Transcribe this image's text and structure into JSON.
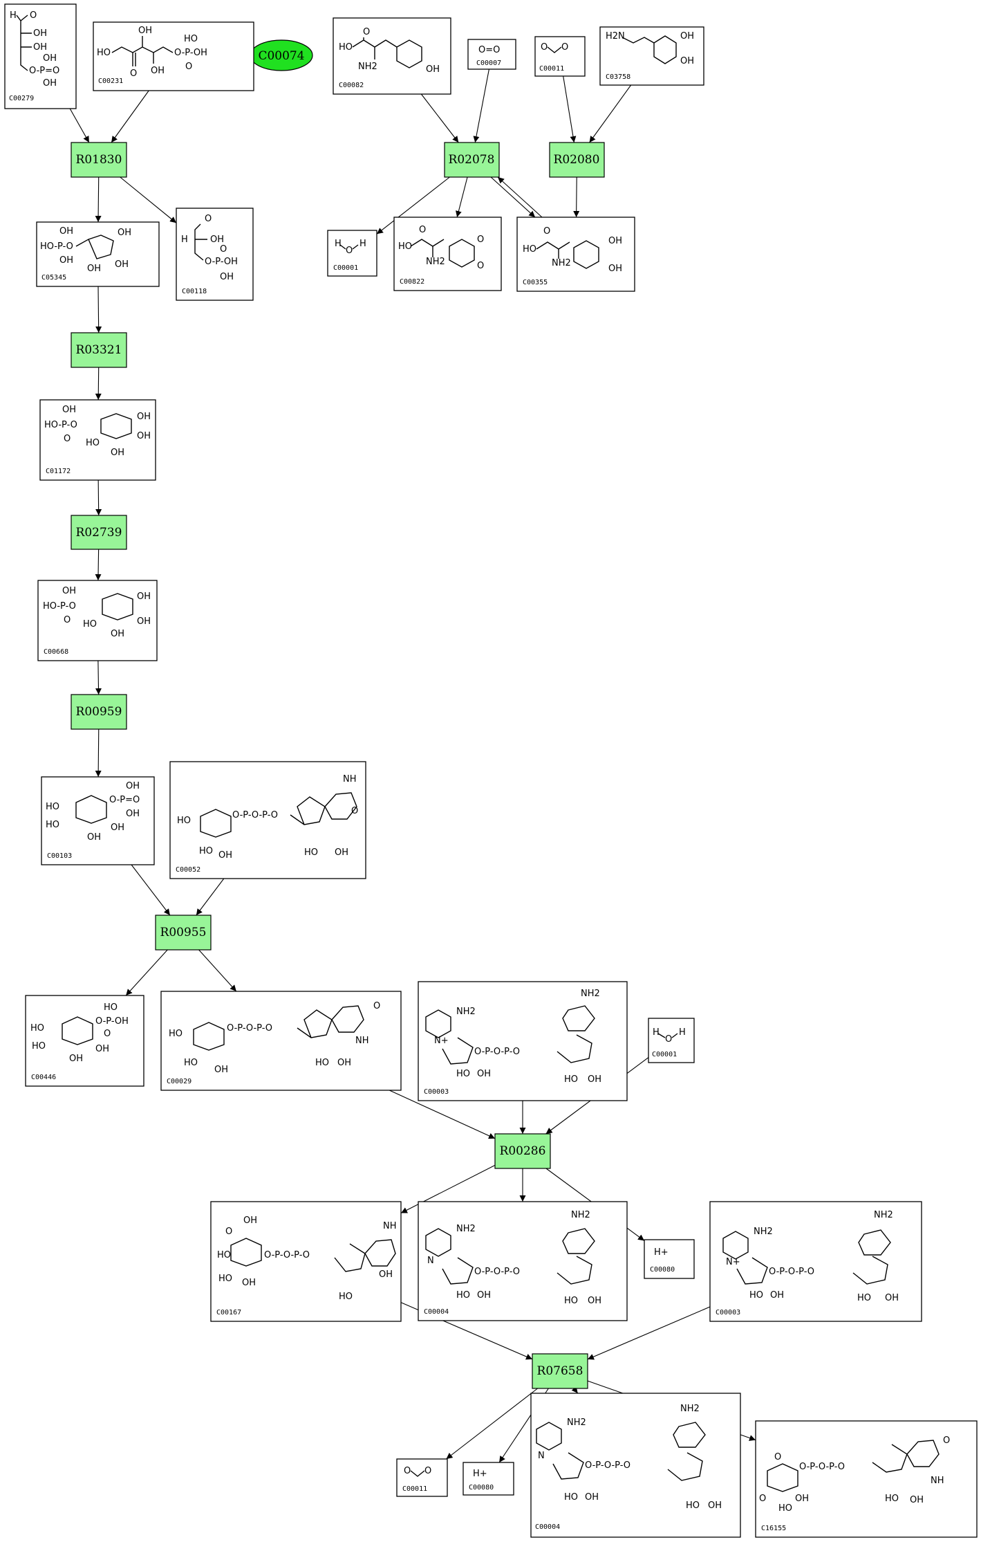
{
  "highlight": {
    "id": "C00074",
    "color": "#20e020"
  },
  "reaction_color": "#98f598",
  "compounds": [
    {
      "id": "c1",
      "label": "C00279",
      "structure": "H  O  OH  OH  O-P(=O)(OH)OH"
    },
    {
      "id": "c2",
      "label": "C00231",
      "structure": "HO  O  OH  OH  O-P(=O)(OH)OH"
    },
    {
      "id": "c3",
      "label": "C00082",
      "structure": "HO  O  NH2  OH"
    },
    {
      "id": "c4",
      "label": "C00007",
      "structure": "O=O"
    },
    {
      "id": "c5",
      "label": "C00011",
      "structure": "O=C=O"
    },
    {
      "id": "c6",
      "label": "C03758",
      "structure": "H2N  OH  OH"
    },
    {
      "id": "c7",
      "label": "C05345",
      "structure": "HO  P  OH  OH  O  OH  OH"
    },
    {
      "id": "c8",
      "label": "C00118",
      "structure": "O  H  OH  O  P  OH  OH"
    },
    {
      "id": "c9",
      "label": "C00001",
      "structure": "H  O  H"
    },
    {
      "id": "c10",
      "label": "C00822",
      "structure": "HO  O  NH2  O  O"
    },
    {
      "id": "c11",
      "label": "C00355",
      "structure": "HO  O  NH2  OH  OH"
    },
    {
      "id": "c12",
      "label": "C01172",
      "structure": "HO  P  O  OH  OH  OH  OH"
    },
    {
      "id": "c13",
      "label": "C00668",
      "structure": "HO  P  O  OH  OH  OH  OH"
    },
    {
      "id": "c14",
      "label": "C00103",
      "structure": "HO  O  P  OH  OH  OH  OH"
    },
    {
      "id": "c15",
      "label": "C00052",
      "structure": "HO  O  P  O  P  O  NH  O  N  OH  OH"
    },
    {
      "id": "c16",
      "label": "C00446",
      "structure": "HO  O  P  OH  OH  OH  OH"
    },
    {
      "id": "c17",
      "label": "C00029",
      "structure": "HO  O  P  O  P  O  NH  O  N  OH  OH"
    },
    {
      "id": "c18",
      "label": "C00003",
      "structure": "NH2  N+  O  P  O  P  O  NH2  N  N  OH  OH"
    },
    {
      "id": "c19",
      "label": "C00001",
      "structure": "H  O  H"
    },
    {
      "id": "c20",
      "label": "C00167",
      "structure": "OH  O  HO  P  O  P  O  NH  O  N  OH  OH"
    },
    {
      "id": "c21",
      "label": "C00004",
      "structure": "NH2  N  O  P  O  P  O  NH2  N  N  OH  OH"
    },
    {
      "id": "c22",
      "label": "C00080",
      "structure": "H+"
    },
    {
      "id": "c23",
      "label": "C00003",
      "structure": "NH2  N+  O  P  O  P  O  NH2  N  N  OH  OH"
    },
    {
      "id": "c24",
      "label": "C00011",
      "structure": "O=C=O"
    },
    {
      "id": "c25",
      "label": "C00080",
      "structure": "H+"
    },
    {
      "id": "c26",
      "label": "C00004",
      "structure": "NH2  N  O  P  O  P  O  NH2  N  N  OH  OH"
    },
    {
      "id": "c27",
      "label": "C16155",
      "structure": "O  O  P  O  P  O  NH  O  N  OH  OH"
    }
  ],
  "reactions": [
    {
      "id": "r1",
      "label": "R01830"
    },
    {
      "id": "r2",
      "label": "R02078"
    },
    {
      "id": "r3",
      "label": "R02080"
    },
    {
      "id": "r4",
      "label": "R03321"
    },
    {
      "id": "r5",
      "label": "R02739"
    },
    {
      "id": "r6",
      "label": "R00959"
    },
    {
      "id": "r7",
      "label": "R00955"
    },
    {
      "id": "r8",
      "label": "R00286"
    },
    {
      "id": "r9",
      "label": "R07658"
    }
  ],
  "edges": [
    [
      "c1",
      "r1"
    ],
    [
      "c2",
      "r1"
    ],
    [
      "r1",
      "c7"
    ],
    [
      "r1",
      "c8"
    ],
    [
      "c3",
      "r2"
    ],
    [
      "c4",
      "r2"
    ],
    [
      "r2",
      "c9"
    ],
    [
      "r2",
      "c10"
    ],
    [
      "r2",
      "c11"
    ],
    [
      "c11",
      "r2"
    ],
    [
      "c5",
      "r3"
    ],
    [
      "c6",
      "r3"
    ],
    [
      "r3",
      "c11"
    ],
    [
      "c7",
      "r4"
    ],
    [
      "r4",
      "c12"
    ],
    [
      "c12",
      "r5"
    ],
    [
      "r5",
      "c13"
    ],
    [
      "c13",
      "r6"
    ],
    [
      "r6",
      "c14"
    ],
    [
      "c14",
      "r7"
    ],
    [
      "c15",
      "r7"
    ],
    [
      "r7",
      "c16"
    ],
    [
      "r7",
      "c17"
    ],
    [
      "c17",
      "r8"
    ],
    [
      "c18",
      "r8"
    ],
    [
      "c19",
      "r8"
    ],
    [
      "r8",
      "c20"
    ],
    [
      "r8",
      "c21"
    ],
    [
      "r8",
      "c22"
    ],
    [
      "c20",
      "r9"
    ],
    [
      "c23",
      "r9"
    ],
    [
      "r9",
      "c24"
    ],
    [
      "r9",
      "c25"
    ],
    [
      "r9",
      "c26"
    ],
    [
      "r9",
      "c27"
    ]
  ]
}
